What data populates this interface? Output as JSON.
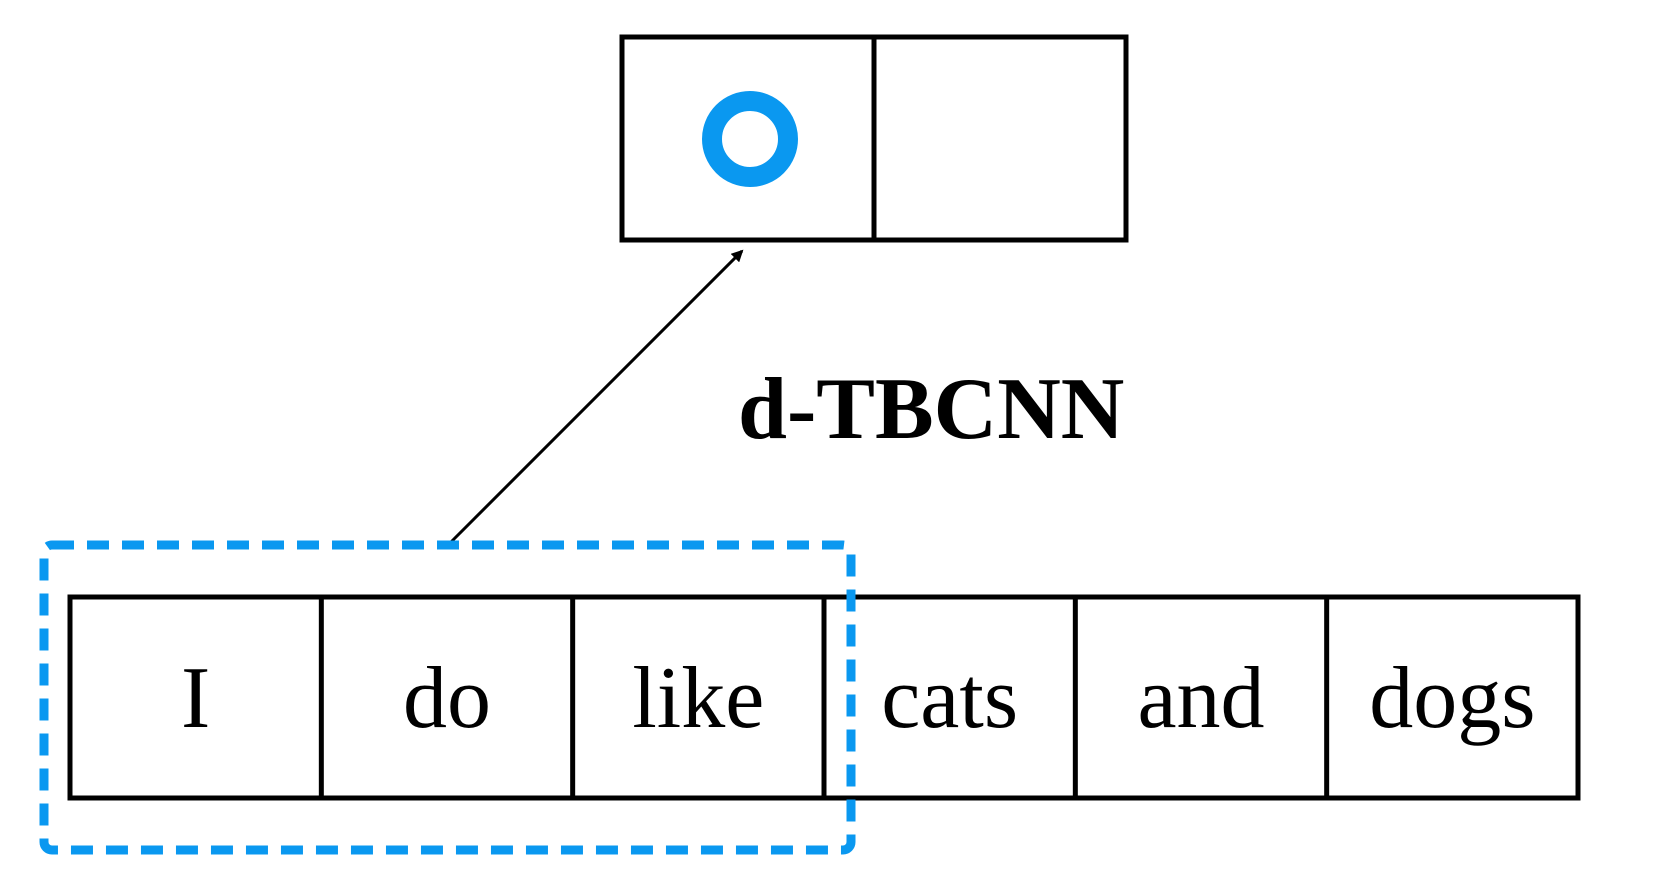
{
  "diagram": {
    "model_label": "d-TBCNN",
    "words": [
      "I",
      "do",
      "like",
      "cats",
      "and",
      "dogs"
    ],
    "output_cells": 2,
    "window_size": 3,
    "colors": {
      "stroke": "#000000",
      "highlight": "#0a98f0",
      "background": "#ffffff"
    }
  }
}
